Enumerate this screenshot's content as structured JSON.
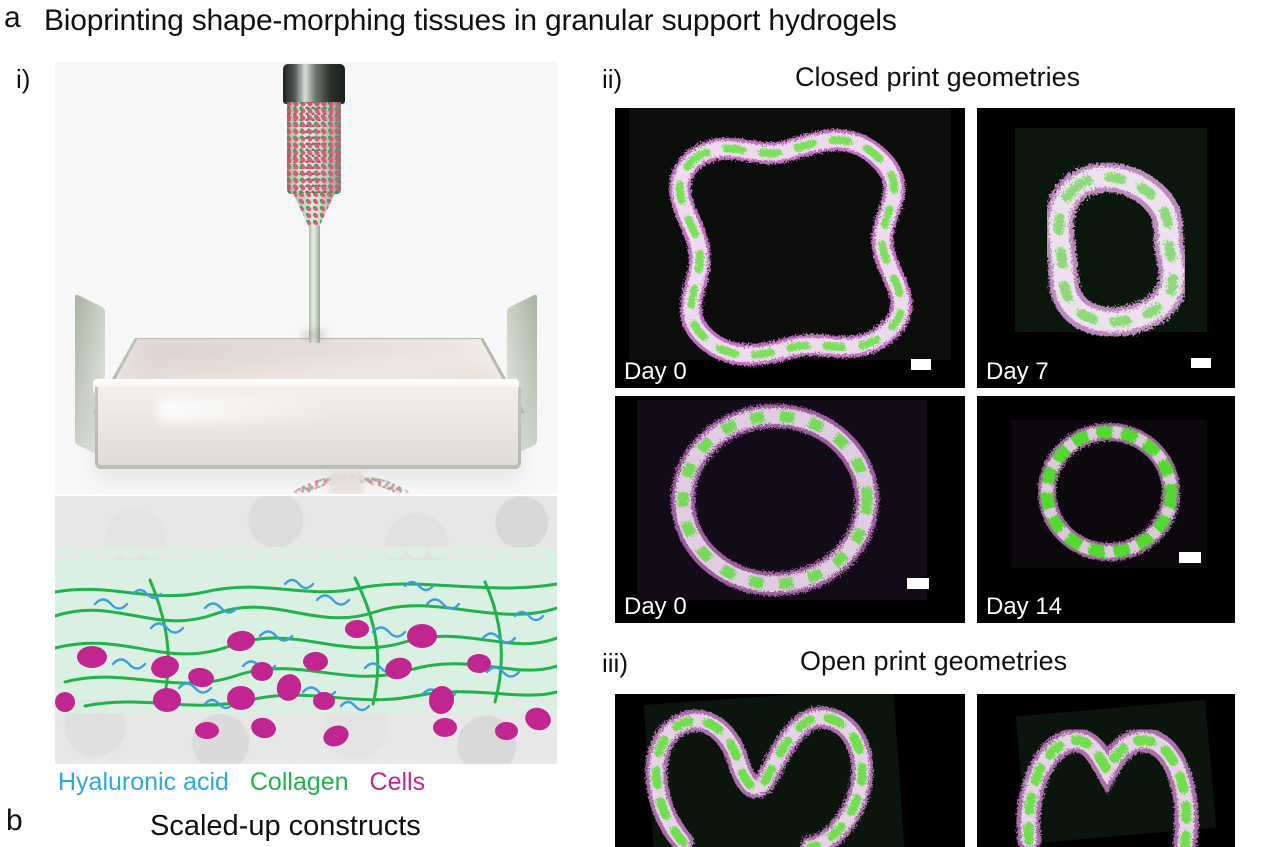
{
  "figure": {
    "panel_a_letter": "a",
    "panel_b_letter": "b",
    "title": "Bioprinting shape-morphing tissues in granular support hydrogels"
  },
  "panel_i": {
    "roman": "i)",
    "render_alt": "3D render of extrusion bioprinter nozzle printing a ring into a square dish of granular support hydrogel",
    "schematic_alt": "Schematic cross-section of printed filament embedded in granular hydrogel",
    "legend": {
      "hyaluronic_acid": "Hyaluronic acid",
      "collagen": "Collagen",
      "cells": "Cells",
      "color_hyaluronic_acid": "#2aa9e0",
      "color_collagen": "#21b24b",
      "color_cells": "#c1258f"
    }
  },
  "panel_ii": {
    "roman": "ii)",
    "heading": "Closed print geometries",
    "tiles": [
      {
        "id": "cross",
        "caption": "Day 0",
        "shape": "four-lobed closed loop",
        "scalebar": true
      },
      {
        "id": "day7",
        "caption": "Day 7",
        "shape": "contracted closed loop",
        "scalebar": true
      },
      {
        "id": "ring0",
        "caption": "Day 0",
        "shape": "circular ring",
        "scalebar": true
      },
      {
        "id": "day14",
        "caption": "Day 14",
        "shape": "compacted circular ring",
        "scalebar": true
      }
    ]
  },
  "panel_iii": {
    "roman": "iii)",
    "heading": "Open print geometries",
    "tiles": [
      {
        "id": "heart",
        "caption": "",
        "shape": "open heart / W-shaped strand",
        "scalebar": false
      },
      {
        "id": "arch",
        "caption": "",
        "shape": "open arch / M-shaped strand",
        "scalebar": false
      }
    ]
  },
  "panel_b": {
    "heading": "Scaled-up constructs"
  },
  "colors": {
    "background": "#ffffff",
    "text": "#111111",
    "tile_background": "#000000",
    "fluor_green": "#4fd62e",
    "fluor_magenta": "#e46fe0",
    "fluor_white": "#ffffff"
  }
}
